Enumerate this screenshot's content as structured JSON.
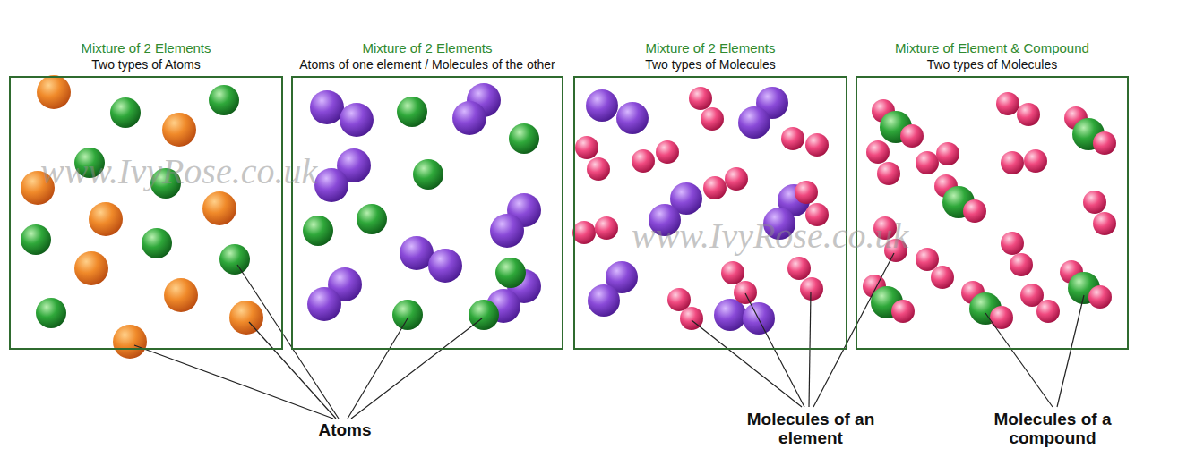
{
  "diagram": {
    "nodes": [
      {
        "text": [
          "Mixture of 2 Elements",
          "Two types of Atoms"
        ]
      },
      {
        "text": [
          "Mixture of 2 Elements",
          "Atoms of one element / Molecules of the other"
        ]
      },
      {
        "text": [
          "Mixture of 2 Elements",
          "Two types of Molecules"
        ]
      },
      {
        "text": [
          "Mixture of Element & Compound",
          "Two types of Molecules"
        ]
      }
    ],
    "labels": [
      "Atoms",
      "Molecules of an element",
      "Molecules of a compound",
      "www.IvyRose.co.uk",
      "www.IvyRose.co.uk"
    ]
  }
}
